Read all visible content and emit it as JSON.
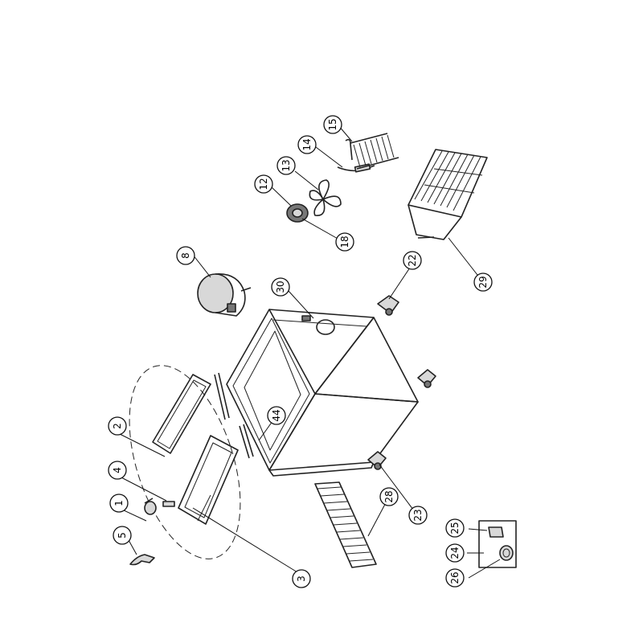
{
  "callouts": [
    {
      "id": "c1",
      "label": "1"
    },
    {
      "id": "c2",
      "label": "2"
    },
    {
      "id": "c3",
      "label": "3"
    },
    {
      "id": "c4",
      "label": "4"
    },
    {
      "id": "c5",
      "label": "5"
    },
    {
      "id": "c8",
      "label": "8"
    },
    {
      "id": "c12",
      "label": "12"
    },
    {
      "id": "c13",
      "label": "13"
    },
    {
      "id": "c14",
      "label": "14"
    },
    {
      "id": "c15",
      "label": "15"
    },
    {
      "id": "c18",
      "label": "18"
    },
    {
      "id": "c22",
      "label": "22"
    },
    {
      "id": "c23",
      "label": "23"
    },
    {
      "id": "c24",
      "label": "24"
    },
    {
      "id": "c25",
      "label": "25"
    },
    {
      "id": "c26",
      "label": "26"
    },
    {
      "id": "c28",
      "label": "28"
    },
    {
      "id": "c29",
      "label": "29"
    },
    {
      "id": "c30",
      "label": "30"
    },
    {
      "id": "c44",
      "label": "44"
    }
  ]
}
